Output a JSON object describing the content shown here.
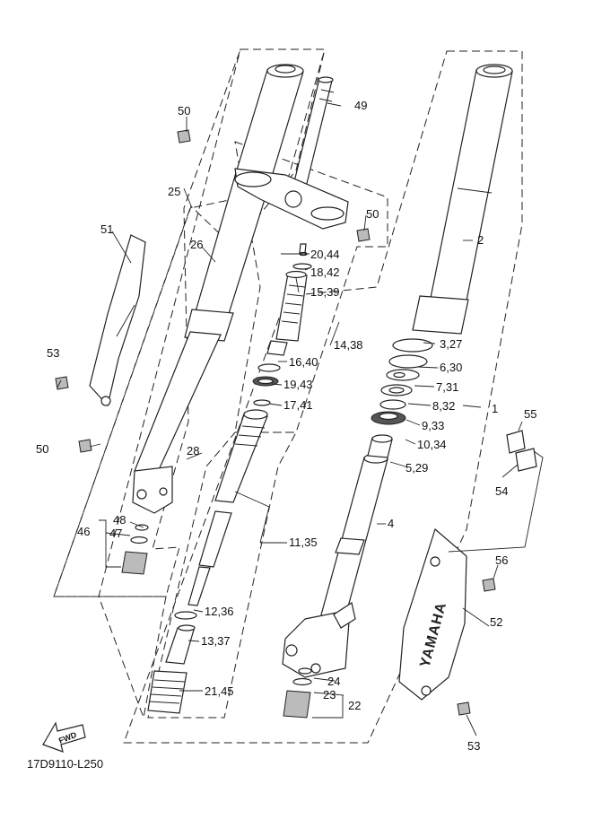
{
  "diagram_code": "17D9110-L250",
  "fwd_label": "FWD",
  "brand_mark": "YAMAHA",
  "callouts": {
    "c1": "1",
    "c2": "2",
    "c3_27": "3,27",
    "c4": "4",
    "c5_29": "5,29",
    "c6_30": "6,30",
    "c7_31": "7,31",
    "c8_32": "8,32",
    "c9_33": "9,33",
    "c10_34": "10,34",
    "c11_35": "11,35",
    "c12_36": "12,36",
    "c13_37": "13,37",
    "c14_38": "14,38",
    "c15_39": "15,39",
    "c16_40": "16,40",
    "c17_41": "17,41",
    "c18_42": "18,42",
    "c19_43": "19,43",
    "c20_44": "20,44",
    "c21_45": "21,45",
    "c22": "22",
    "c23": "23",
    "c24": "24",
    "c25": "25",
    "c26": "26",
    "c28": "28",
    "c46": "46",
    "c47": "47",
    "c48": "48",
    "c49": "49",
    "c50a": "50",
    "c50b": "50",
    "c50c": "50",
    "c51": "51",
    "c52": "52",
    "c53a": "53",
    "c53b": "53",
    "c54": "54",
    "c55": "55",
    "c56": "56"
  }
}
